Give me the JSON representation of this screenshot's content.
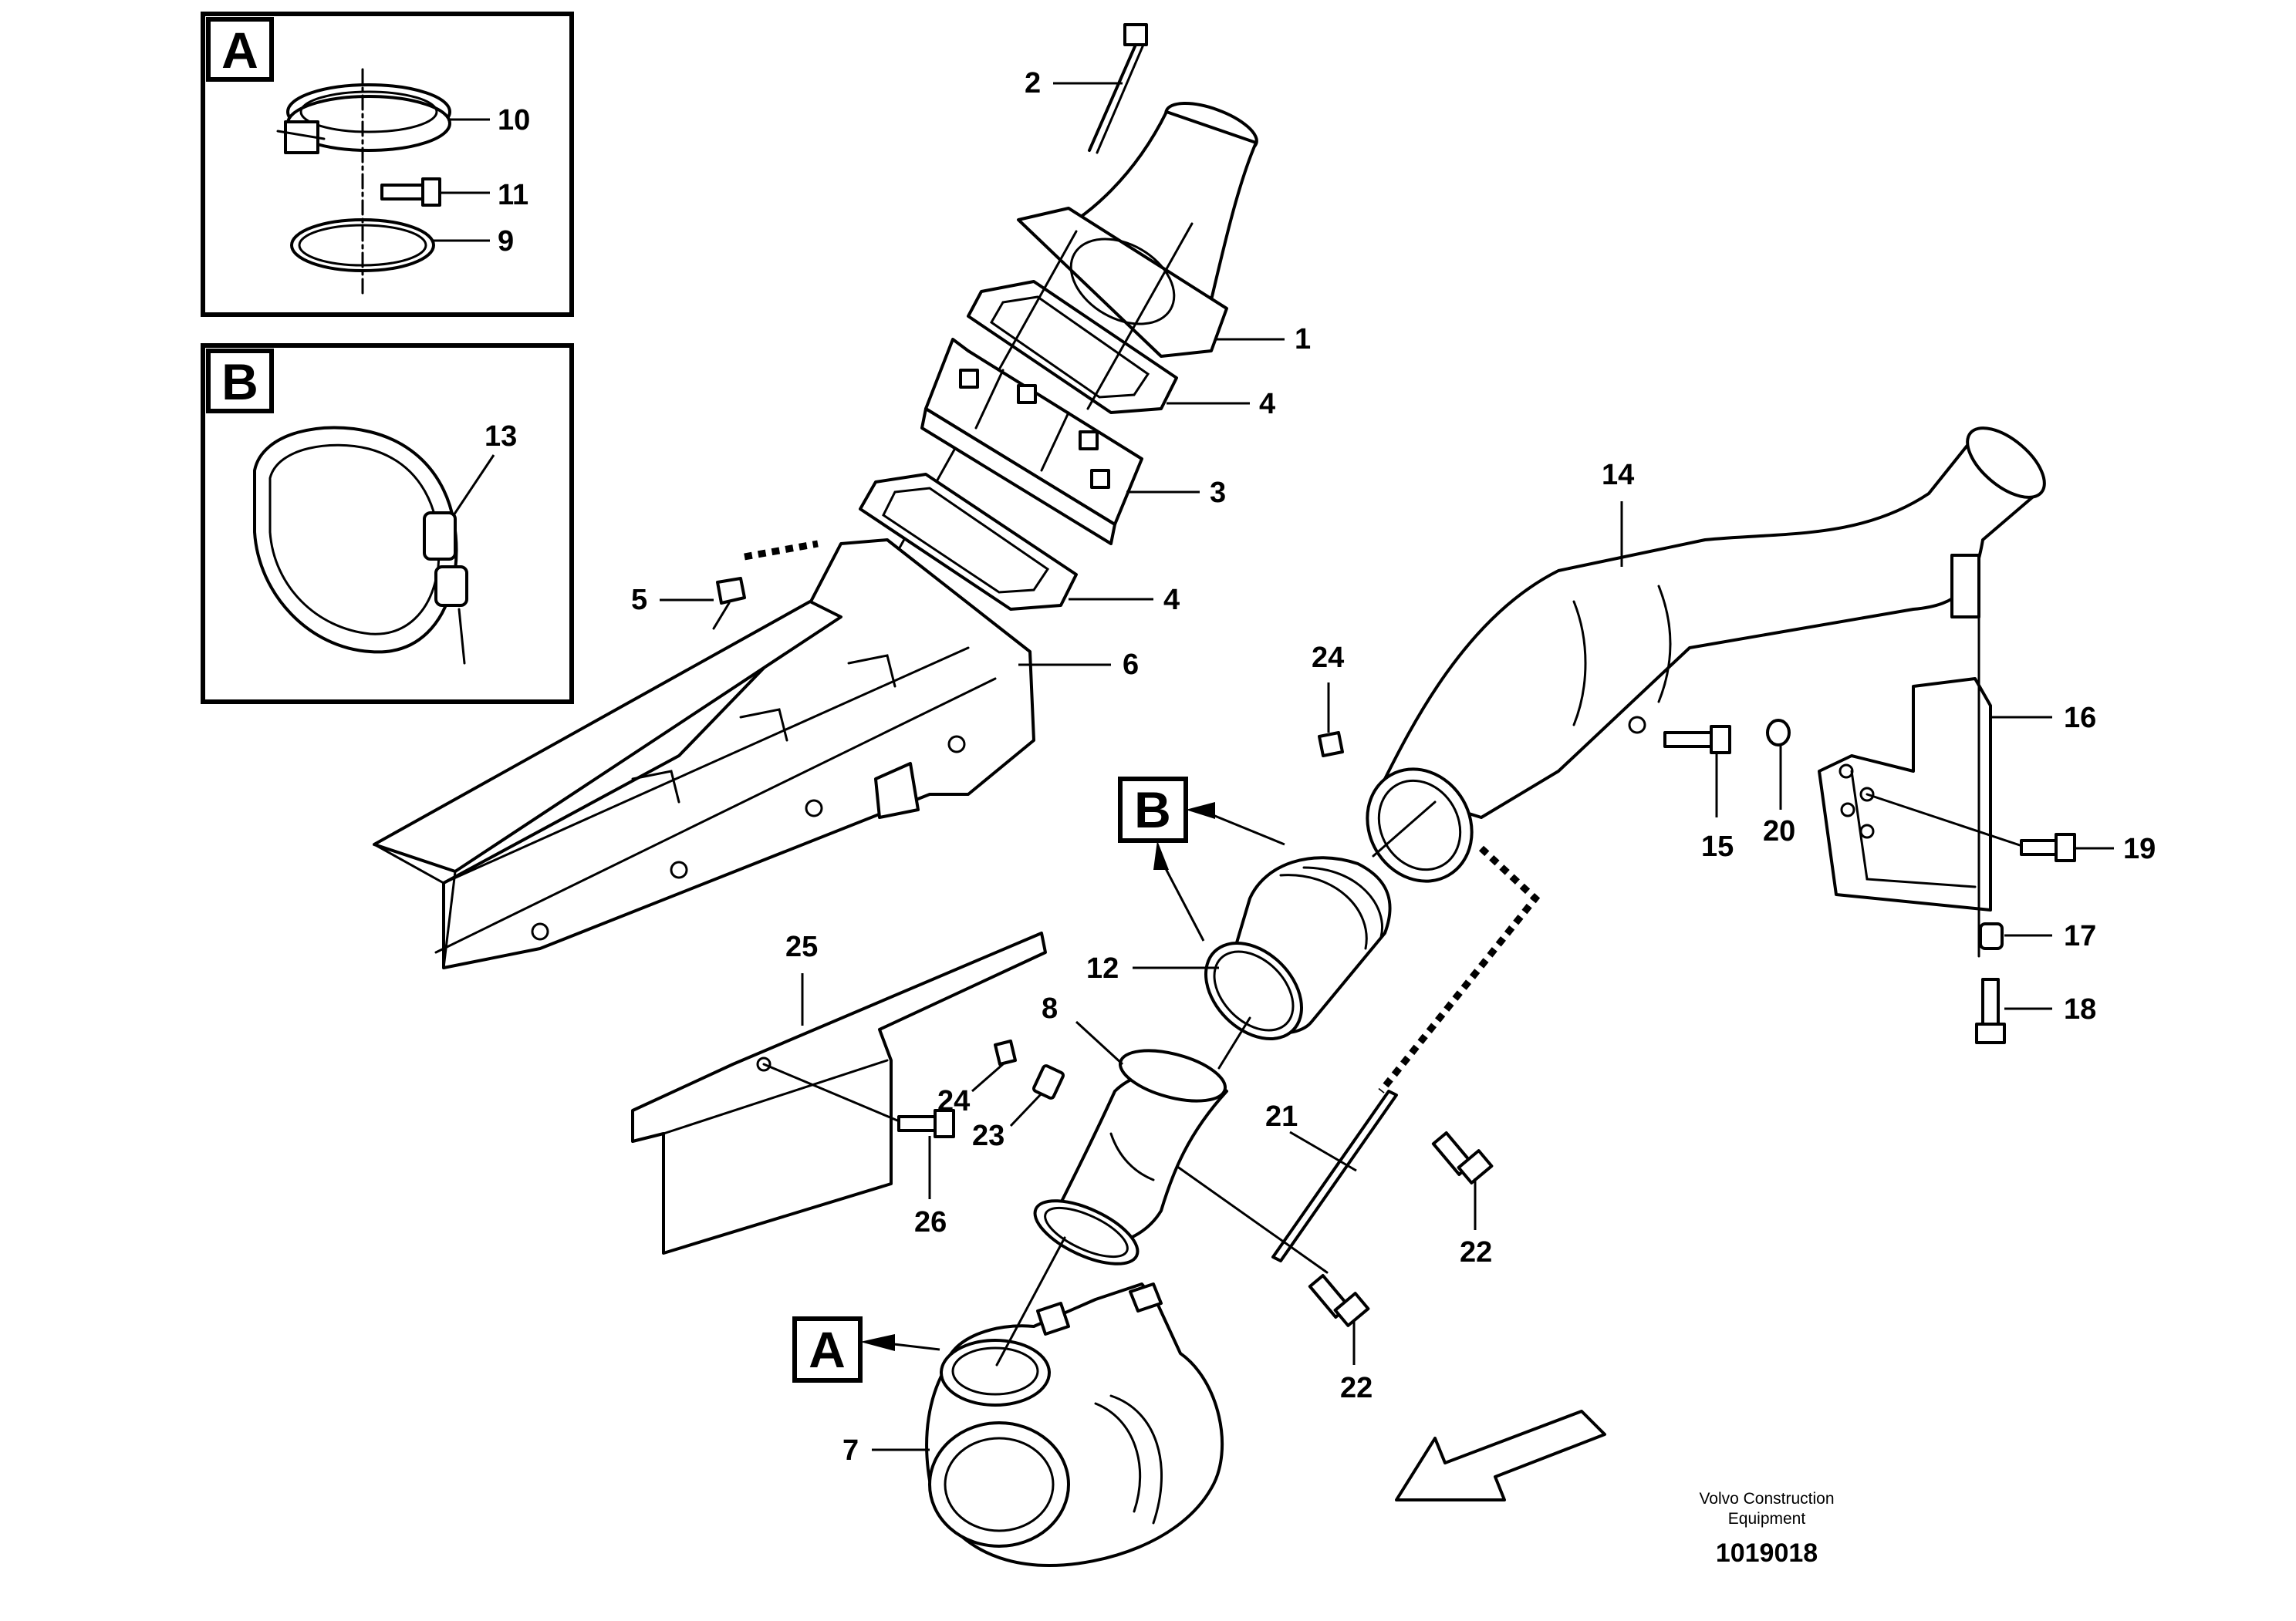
{
  "detail_views": [
    {
      "id": "A",
      "label": "A"
    },
    {
      "id": "B",
      "label": "B"
    }
  ],
  "part_labels": {
    "p1": "1",
    "p2": "2",
    "p3": "3",
    "p4a": "4",
    "p4b": "4",
    "p5": "5",
    "p6": "6",
    "p7": "7",
    "p8": "8",
    "p9": "9",
    "p10": "10",
    "p11": "11",
    "p12": "12",
    "p13": "13",
    "p14": "14",
    "p15": "15",
    "p16": "16",
    "p17": "17",
    "p18": "18",
    "p19": "19",
    "p20": "20",
    "p21": "21",
    "p22a": "22",
    "p22b": "22",
    "p23": "23",
    "p24a": "24",
    "p24b": "24",
    "p25": "25",
    "p26": "26"
  },
  "callouts": {
    "view_a": "A",
    "view_b": "B"
  },
  "footer": {
    "brand_line1": "Volvo Construction",
    "brand_line2": "Equipment",
    "doc_number": "1019018"
  },
  "icons": {
    "direction_arrow": "forward-direction-arrow-icon"
  }
}
